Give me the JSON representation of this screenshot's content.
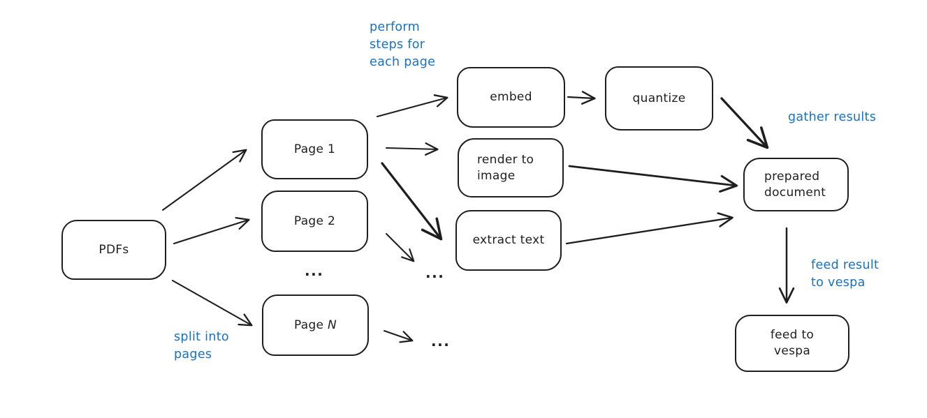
{
  "diagram": {
    "background_color": "#ffffff",
    "stroke_color": "#1e1e1e",
    "annotation_color": "#1971c2",
    "nodes": {
      "pdfs": {
        "label": "PDFs"
      },
      "page1": {
        "label": "Page 1"
      },
      "page2": {
        "label": "Page 2"
      },
      "page_n": {
        "label_prefix": "Page",
        "label_suffix": "N"
      },
      "embed": {
        "label": "embed"
      },
      "render_to_image": {
        "label": "render to image"
      },
      "extract_text": {
        "label": "extract text"
      },
      "quantize": {
        "label": "quantize"
      },
      "prepared_document": {
        "label": "prepared document"
      },
      "feed_to_vespa": {
        "label": "feed to vespa"
      }
    },
    "annotations": {
      "perform_steps": "perform steps for each page",
      "gather_results": "gather results",
      "split_into_pages": "split into pages",
      "feed_result_to_vespa": "feed result to vespa"
    },
    "ellipsis": "...",
    "edges": [
      {
        "from": "pdfs",
        "to": "page1"
      },
      {
        "from": "pdfs",
        "to": "page2"
      },
      {
        "from": "pdfs",
        "to": "page_n"
      },
      {
        "from": "page1",
        "to": "embed"
      },
      {
        "from": "page1",
        "to": "render_to_image"
      },
      {
        "from": "page1",
        "to": "extract_text"
      },
      {
        "from": "page2",
        "to": "ellipsis"
      },
      {
        "from": "page_n",
        "to": "ellipsis"
      },
      {
        "from": "embed",
        "to": "quantize"
      },
      {
        "from": "quantize",
        "to": "prepared_document"
      },
      {
        "from": "render_to_image",
        "to": "prepared_document"
      },
      {
        "from": "extract_text",
        "to": "prepared_document"
      },
      {
        "from": "prepared_document",
        "to": "feed_to_vespa"
      }
    ]
  }
}
